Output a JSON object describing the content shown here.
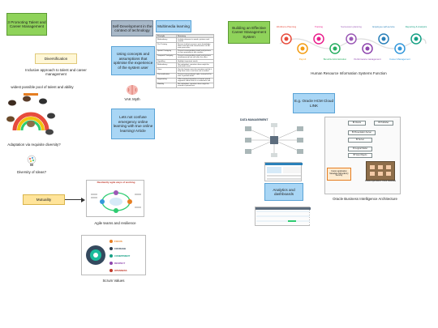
{
  "board": {
    "promoting_talent": "3 Promoting Talent and Career Management",
    "diversification": "Diversification",
    "inclusive_text": "Inclusive approach to talent and career management",
    "widest_pool": "widest possible pool of talent and ability",
    "adaptation_q": "Adaptation via requisite diversity?",
    "diversity_ideas": "Diversity of Ideas?",
    "mutuality": "Mutuality",
    "agile_teams": "Agile teams and resilience",
    "scrum_values": "Scrum Values",
    "self_development": "Self-Development in the context of technology",
    "using_concepts": "Using concepts and assumptions that optimise the experience of the system user",
    "vak_myth": "VAK Myth",
    "lets_not": "Lets not confuse emergency online learning with true online learning! Article",
    "multimedia_learning": "Multimedia learning",
    "building_system": "Building an Effective Career Management System",
    "hris_caption": "Human Resource Information Systems Function",
    "oracle_link": "E.g. Oracle HCM Cloud LINK",
    "analytics": "Analytics and dashboards",
    "data_management": "DATA MANAGEMENT",
    "oracle_bi": "Oracle Business Intelligence Architecture",
    "agile_graphic_title": "Resiliently agile ways of working"
  },
  "multimedia_table": {
    "headers": [
      "Principle",
      "Summary"
    ],
    "rows": [
      [
        "Redundancy",
        "Include reference to words, pictures and sounds"
      ],
      [
        "Pre-Training",
        "Ensure students possess prior knowledge about concepts and characteristics of the main processes"
      ],
      [
        "Spatial Contiguity",
        "Present corresponding words and pictures in close proximity to one another"
      ],
      [
        "Temporal Contiguity",
        "Present corresponding words and pictures simultaneously not one after the other"
      ],
      [
        "Signalling",
        "Highlight important words"
      ],
      [
        "Redundancy",
        "Not redundant: narration alone might be restricted to text"
      ],
      [
        "Voice",
        "Use the human voice for narration and let it help them view a real tone not recorded"
      ],
      [
        "Personalization",
        "Present conversational style, instead of the tone in printed words"
      ],
      [
        "Segmenting",
        "Offer narrated animation in learner paced segments rather than in a continuous unit"
      ],
      [
        "Modality",
        "Not redundant: narration alone might be instead of printed text"
      ]
    ]
  },
  "hris_steps": {
    "top": [
      "Workforce Planning",
      "Training",
      "Succession planning",
      "Employee self-service",
      "Reporting & Analytics"
    ],
    "bottom": [
      "Payroll",
      "Benefits Administration",
      "Performance management",
      "Career Management"
    ],
    "colors": [
      "#e74c3c",
      "#e91e8c",
      "#9b59b6",
      "#2980b9",
      "#16a085",
      "#f39c12",
      "#27ae60",
      "#8e44ad",
      "#3498db"
    ]
  },
  "oracle_arch": {
    "boxes": [
      "BI Clients",
      "BI Publisher",
      "BI Presentation Server",
      "BI Server",
      "BI Logical Model",
      "BI View Objects"
    ],
    "adapter": "Fusion application Metadata Name/Entry Security",
    "cloud": "Oracle Applications Cloud Database"
  },
  "scrum": {
    "items": [
      "FOCUS",
      "COURAGE",
      "COMMITMENT",
      "RESPECT",
      "OPENNESS"
    ],
    "colors": [
      "#e67e22",
      "#2c3e50",
      "#16a085",
      "#8e44ad",
      "#c0392b"
    ]
  }
}
